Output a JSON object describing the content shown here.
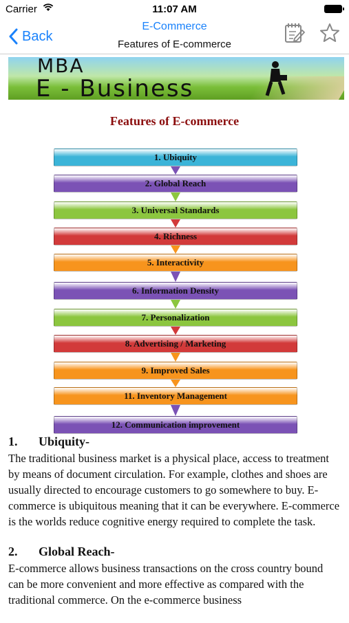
{
  "status": {
    "carrier": "Carrier",
    "time": "11:07 AM"
  },
  "nav": {
    "back_label": "Back",
    "title": "E-Commerce",
    "subtitle": "Features of E-commerce",
    "note_icon": "note-edit-icon",
    "star_icon": "star-icon"
  },
  "banner": {
    "line1": "MBA",
    "line2": "E - Business"
  },
  "heading": "Features of E-commerce",
  "flow": {
    "items": [
      {
        "label": "1. Ubiquity",
        "color": "#3bb4d8"
      },
      {
        "label": "2. Global Reach",
        "color": "#7b52b5"
      },
      {
        "label": "3. Universal Standards",
        "color": "#8cc63f"
      },
      {
        "label": "4. Richness",
        "color": "#d23a3a"
      },
      {
        "label": "5. Interactivity",
        "color": "#f7941d"
      },
      {
        "label": "6. Information Density",
        "color": "#7b52b5"
      },
      {
        "label": "7. Personalization",
        "color": "#8cc63f"
      },
      {
        "label": "8. Advertising / Marketing",
        "color": "#d23a3a"
      },
      {
        "label": "9. Improved Sales",
        "color": "#f7941d"
      },
      {
        "label": "11. Inventory Management",
        "color": "#f7941d"
      },
      {
        "label": "12. Communication improvement",
        "color": "#7b52b5"
      }
    ]
  },
  "sections": [
    {
      "num": "1.",
      "title": "Ubiquity-",
      "text": "The traditional business market is a physical place, access to treatment by means of document circulation. For example, clothes and shoes are usually directed to encourage customers to go somewhere to buy. E-commerce is ubiquitous meaning that it can be everywhere. E-commerce is the worlds reduce cognitive energy required to complete the task."
    },
    {
      "num": "2.",
      "title": "Global Reach-",
      "text": "E-commerce allows business transactions on the cross country bound can be more convenient and more effective as compared with the traditional commerce. On the e-commerce business"
    }
  ]
}
